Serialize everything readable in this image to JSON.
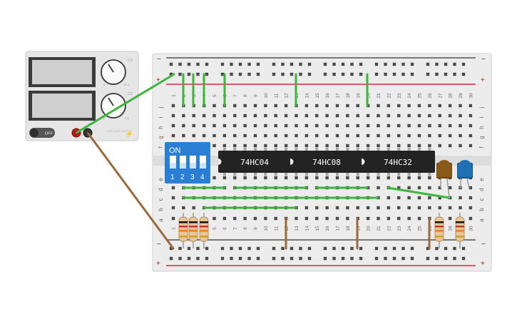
{
  "power_supply": {
    "off_label": "OFF",
    "dial_top_marks": [
      "0",
      "30 V"
    ],
    "dial_bottom_marks": [
      "0",
      "5 A"
    ],
    "cc_label": "CC",
    "cv_label": "CV",
    "brand_label": "VOLTAGE SUPPLY",
    "housing_color": "#e6e6e6",
    "display_color": "#cfcfcf"
  },
  "breadboard": {
    "column_numbers": [
      "1",
      "2",
      "3",
      "4",
      "5",
      "6",
      "7",
      "8",
      "9",
      "10",
      "11",
      "12",
      "13",
      "14",
      "15",
      "16",
      "17",
      "18",
      "19",
      "20",
      "21",
      "22",
      "23",
      "24",
      "25",
      "26",
      "27",
      "28",
      "29",
      "30"
    ],
    "top_row_letters": [
      "j",
      "i",
      "h",
      "g",
      "f"
    ],
    "bottom_row_letters": [
      "e",
      "d",
      "c",
      "b",
      "a"
    ],
    "rail_plus": "+",
    "rail_minus": "−",
    "board_color": "#ececec",
    "rail_red": "#d0021b",
    "rail_dark": "#333333"
  },
  "dip_switch": {
    "on_label": "ON",
    "positions": [
      "1",
      "2",
      "3",
      "4"
    ],
    "color": "#2a7fd4"
  },
  "chips": [
    {
      "label": "74HC04"
    },
    {
      "label": "74HC08"
    },
    {
      "label": "74HC32"
    }
  ],
  "leds": [
    {
      "color": "#8a5a1a"
    },
    {
      "color": "#1f6fb3"
    }
  ],
  "wire_colors": {
    "green": "#3db53d",
    "brown": "#9b6a3c"
  }
}
